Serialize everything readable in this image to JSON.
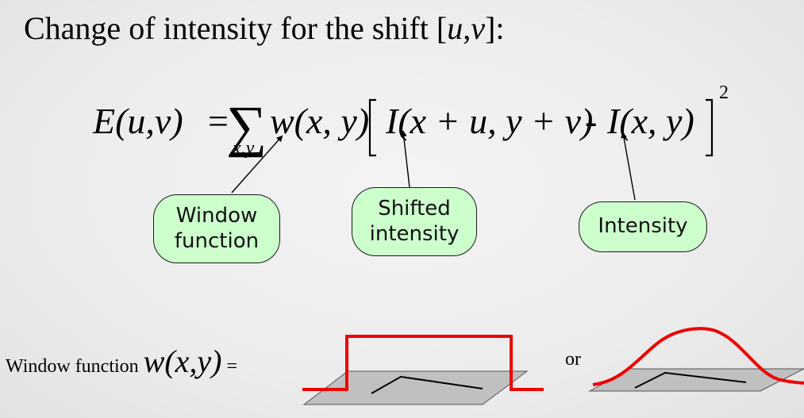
{
  "title": {
    "prefix": "Change of intensity for the shift [",
    "u": "u",
    "comma": ",",
    "v": "v",
    "suffix": "]:"
  },
  "equation": {
    "lhs": "E(u,v)",
    "equals": "=",
    "sum_symbol": "∑",
    "sum_subscript": "x,y",
    "window_term": "w(x, y)",
    "shifted_term": "I(x + u, y + v)",
    "minus": "-",
    "intensity_term": "I(x, y)",
    "exponent": "2"
  },
  "callouts": {
    "window_function": "Window function",
    "shifted_intensity": "Shifted intensity",
    "intensity": "Intensity"
  },
  "window_label": {
    "text": "Window function",
    "symbol": "w(x,y)",
    "equals": "="
  },
  "or_text": "or",
  "colors": {
    "bubble_fill": "#ccffcc",
    "curve_red": "#ee0000",
    "plane_gray": "#c0c0c0"
  }
}
